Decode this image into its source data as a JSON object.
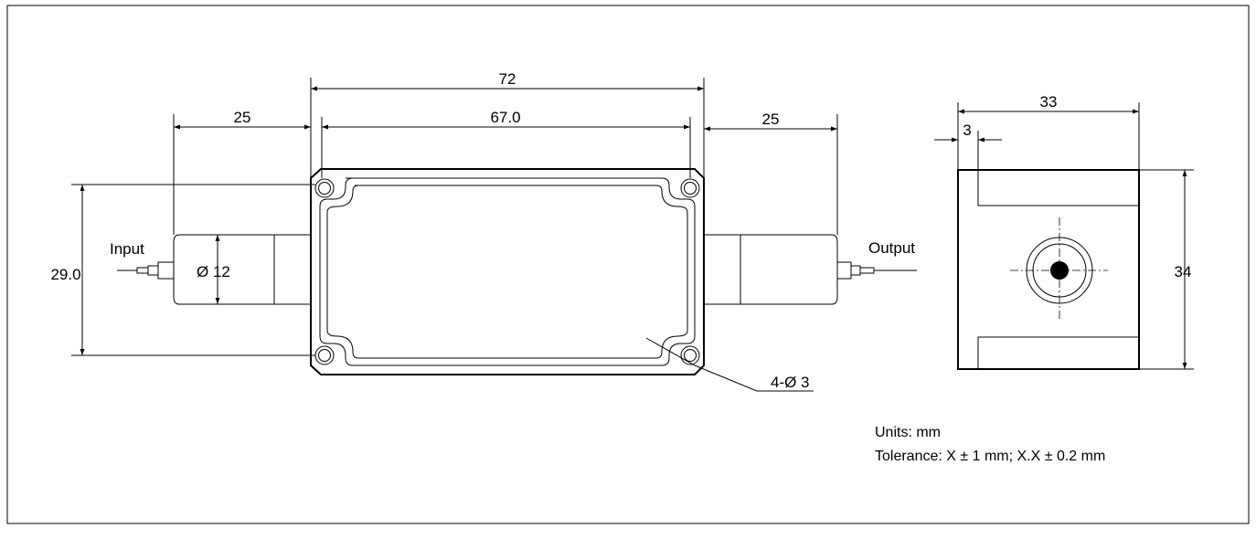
{
  "dimensions": {
    "overall_length": "72",
    "hole_spacing": "67.0",
    "left_pigtail": "25",
    "right_pigtail": "25",
    "height": "29.0",
    "tube_diameter": "Ø 12",
    "side_width": "33",
    "side_offset": "3",
    "side_height": "34",
    "mount_holes": "4-Ø 3"
  },
  "labels": {
    "input": "Input",
    "output": "Output"
  },
  "notes": {
    "units": "Units: mm",
    "tolerance": "Tolerance: X ± 1 mm;  X.X ± 0.2 mm"
  }
}
